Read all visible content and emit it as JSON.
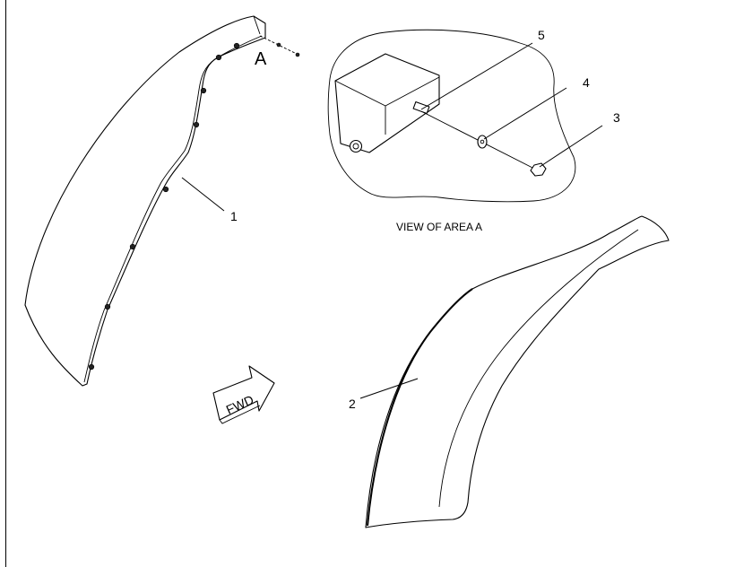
{
  "callouts": {
    "c1": "1",
    "c2": "2",
    "c3": "3",
    "c4": "4",
    "c5": "5"
  },
  "detail_marker": "A",
  "detail_caption": "VIEW OF AREA  A",
  "direction_arrow": "FWD"
}
